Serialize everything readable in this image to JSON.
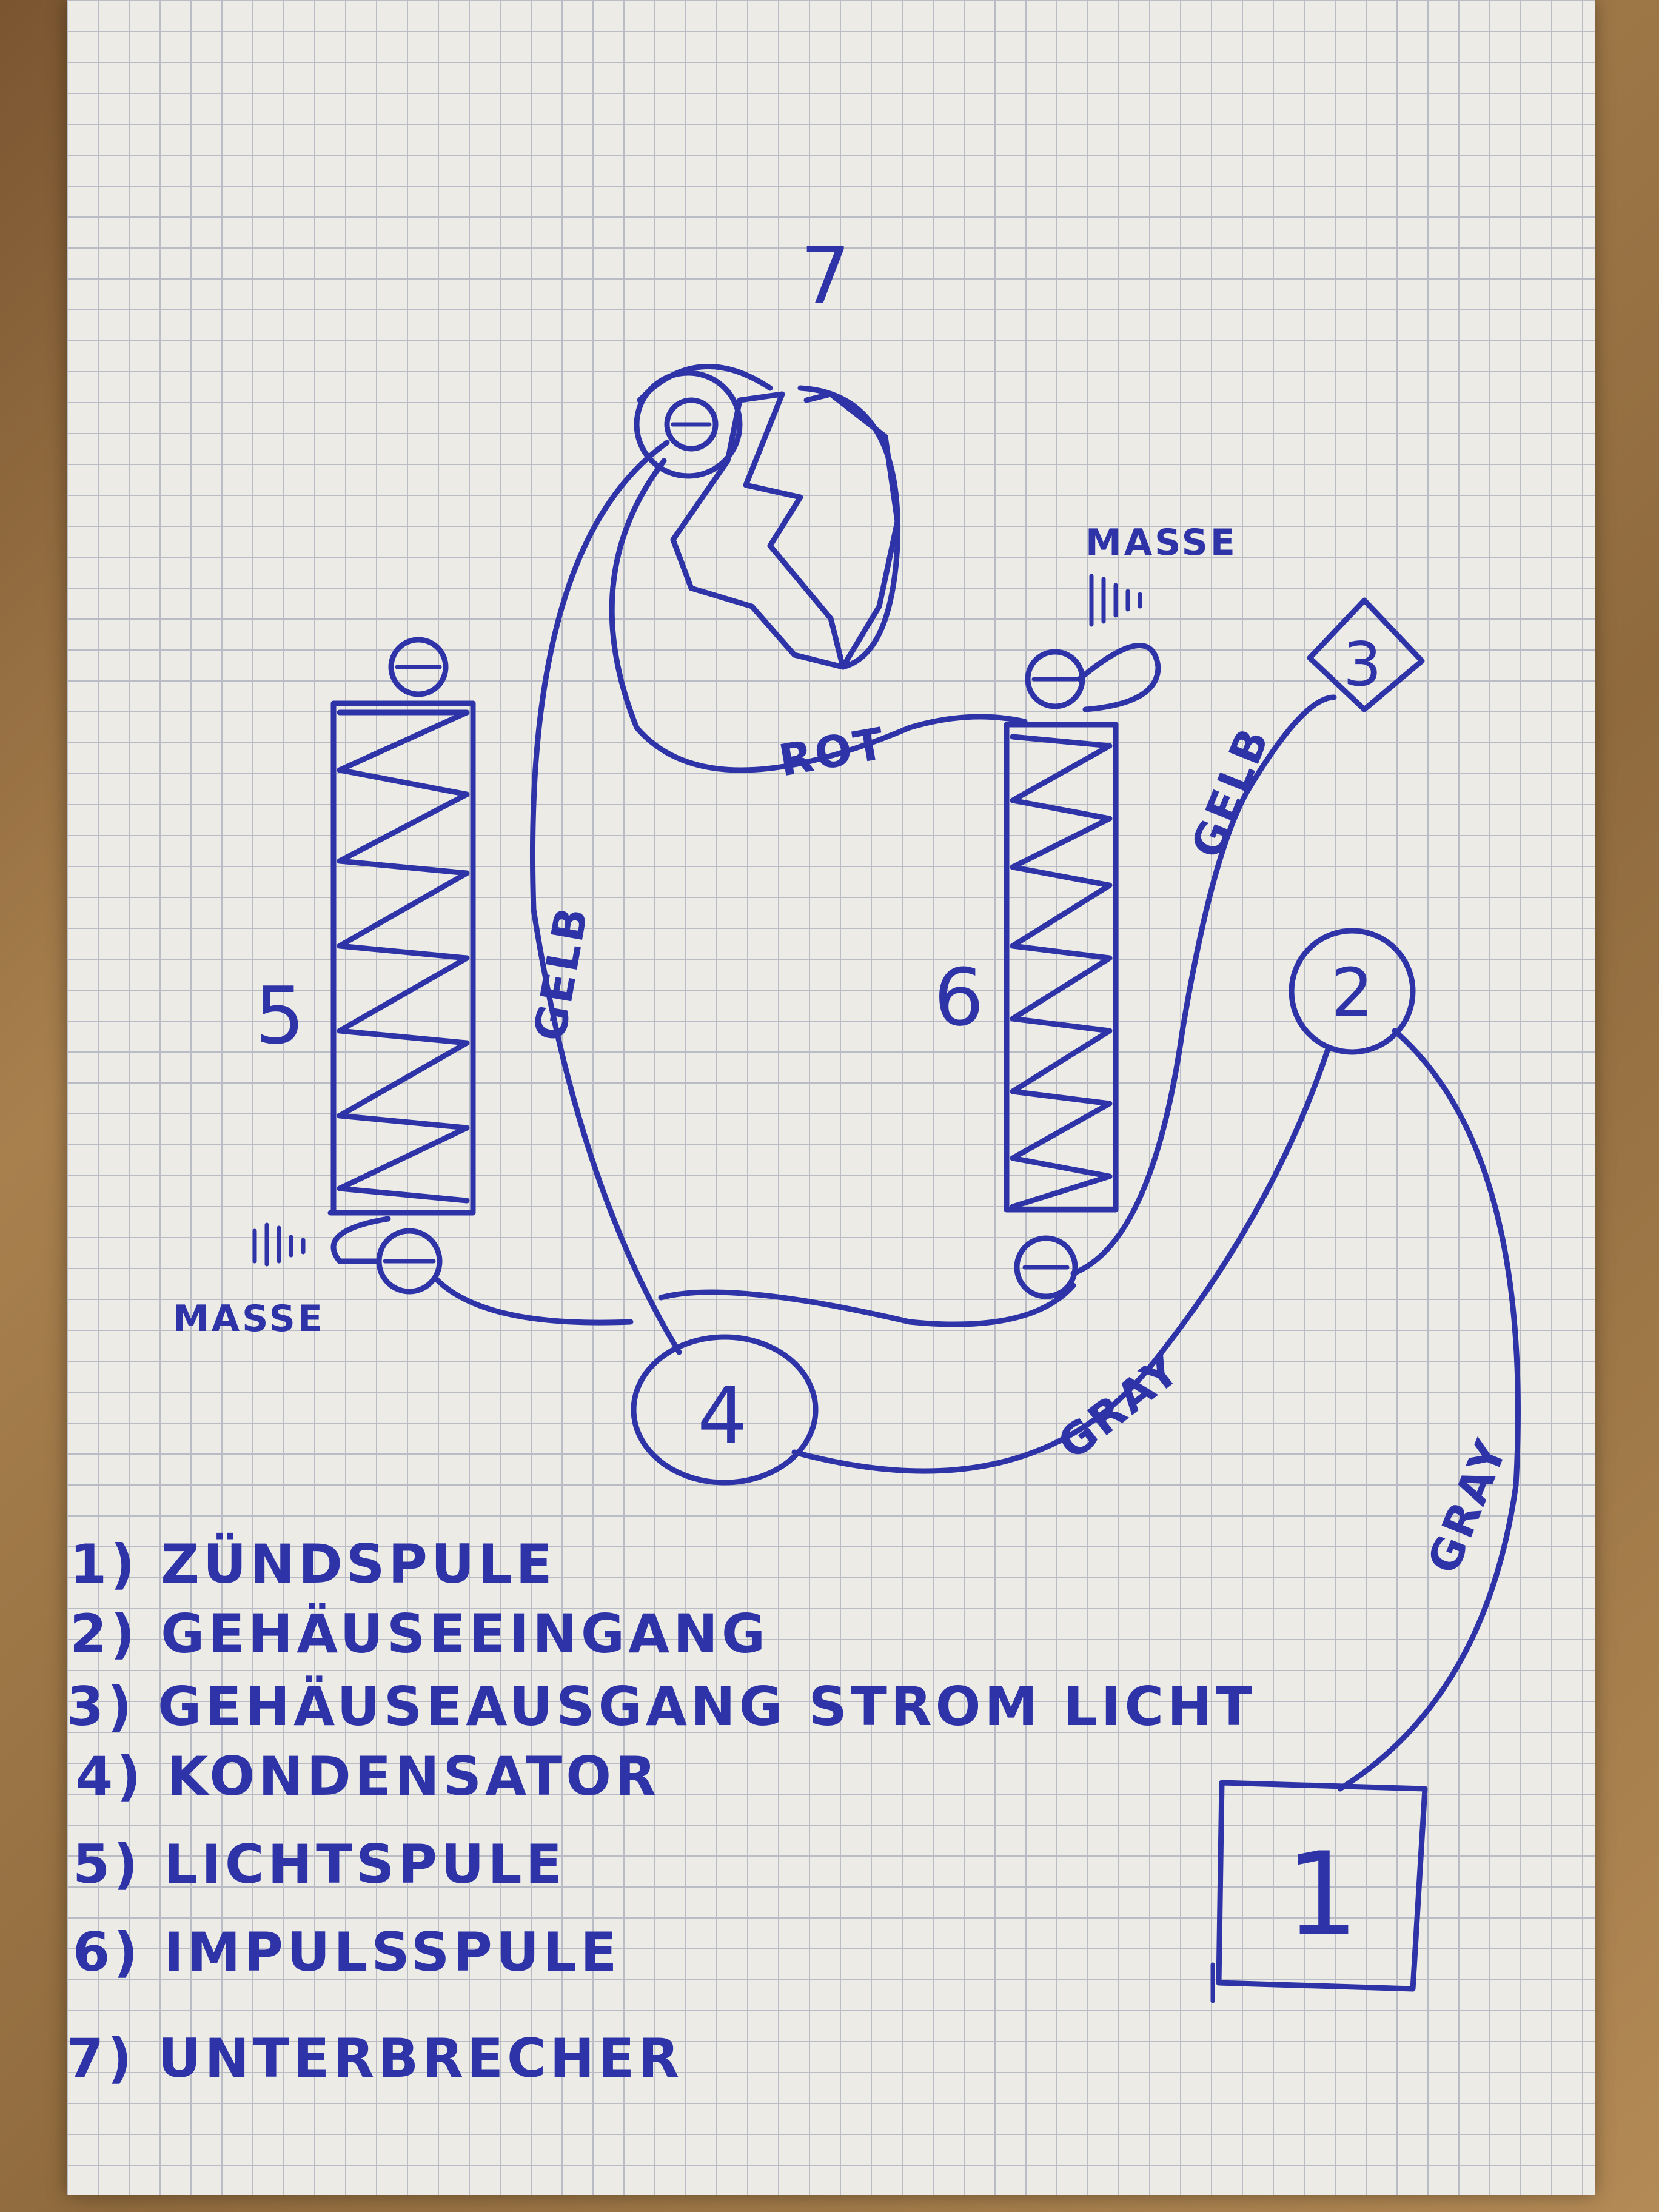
{
  "components": {
    "c1": "1",
    "c2": "2",
    "c3": "3",
    "c4": "4",
    "c5": "5",
    "c6": "6",
    "c7": "7"
  },
  "wire_labels": {
    "gelb_left": "GELB",
    "gelb_right": "GELB",
    "rot": "ROT",
    "gray_bottom": "GRAY",
    "gray_right": "GRAY",
    "masse_top": "MASSE",
    "masse_left": "MASSE"
  },
  "legend": [
    "1) ZÜNDSPULE",
    "2) GEHÄUSEEINGANG",
    "3) GEHÄUSEAUSGANG STROM LICHT",
    "4) KONDENSATOR",
    "5) LICHTSPULE",
    "6) IMPULSSPULE",
    "7) UNTERBRECHER"
  ],
  "ink_color": "#2e34a8",
  "paper_color": "#ecebe6"
}
